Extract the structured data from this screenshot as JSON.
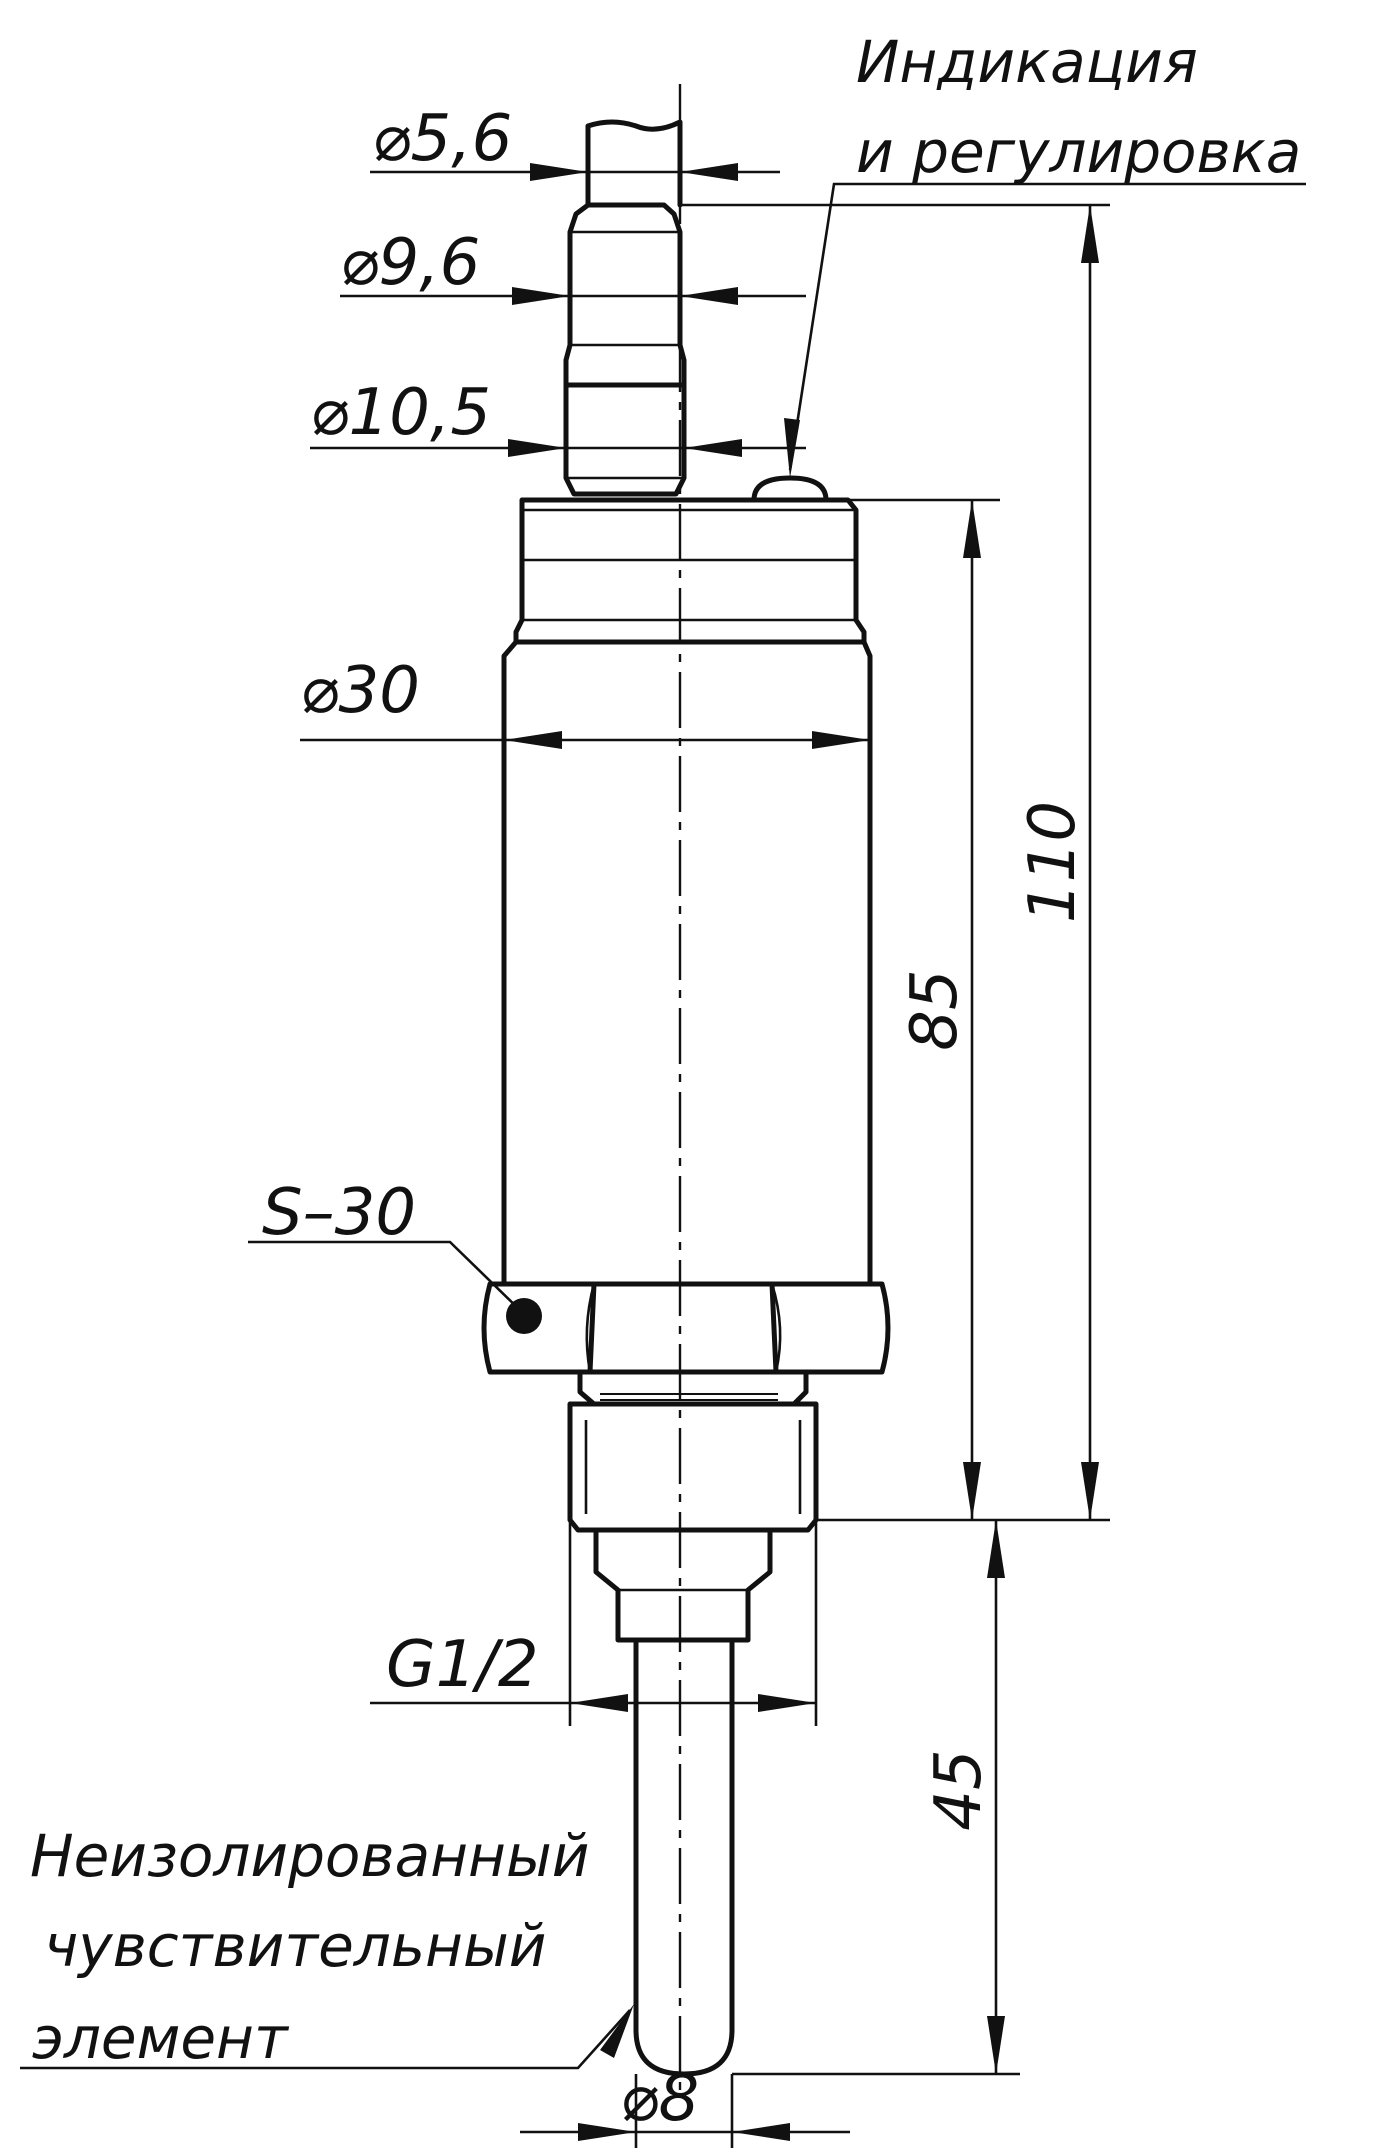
{
  "annotations": {
    "indication_line1": "Индикация",
    "indication_line2": "и регулировка",
    "sensor_line1": "Неизолированный",
    "sensor_line2": "чувствительный",
    "sensor_line3": "элемент",
    "wrench": "S–30",
    "thread": "G1/2"
  },
  "dimensions": {
    "d_cable": "⌀5,6",
    "d_gland": "⌀9,6",
    "d_gland_base": "⌀10,5",
    "d_body": "⌀30",
    "d_probe": "⌀8",
    "len_body": "85",
    "len_total": "110",
    "len_probe": "45"
  }
}
